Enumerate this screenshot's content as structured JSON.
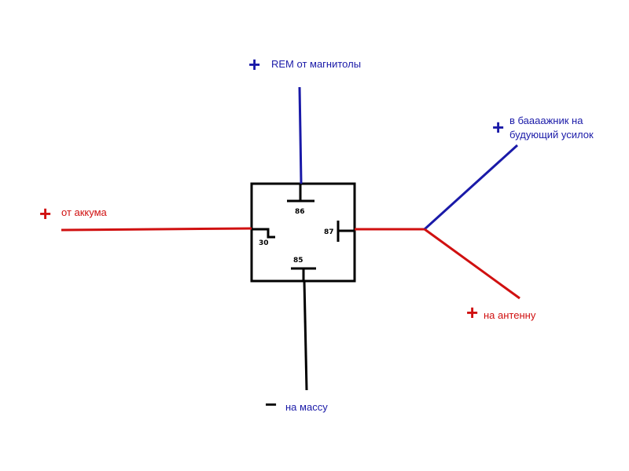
{
  "colors": {
    "positive": "#d01010",
    "signal": "#1a1aa8",
    "ground": "#000000",
    "relay": "#000000"
  },
  "relay": {
    "pins": {
      "p86": "86",
      "p87": "87",
      "p30": "30",
      "p85": "85"
    }
  },
  "labels": {
    "rem": {
      "sign": "+",
      "text": "REM от магнитолы"
    },
    "battery": {
      "sign": "+",
      "text": "от аккума"
    },
    "trunk": {
      "sign": "+",
      "line1": "в баааажник на",
      "line2": "будующий усилок"
    },
    "antenna": {
      "sign": "+",
      "text": "на антенну"
    },
    "ground": {
      "sign": "−",
      "text": "на массу"
    }
  }
}
